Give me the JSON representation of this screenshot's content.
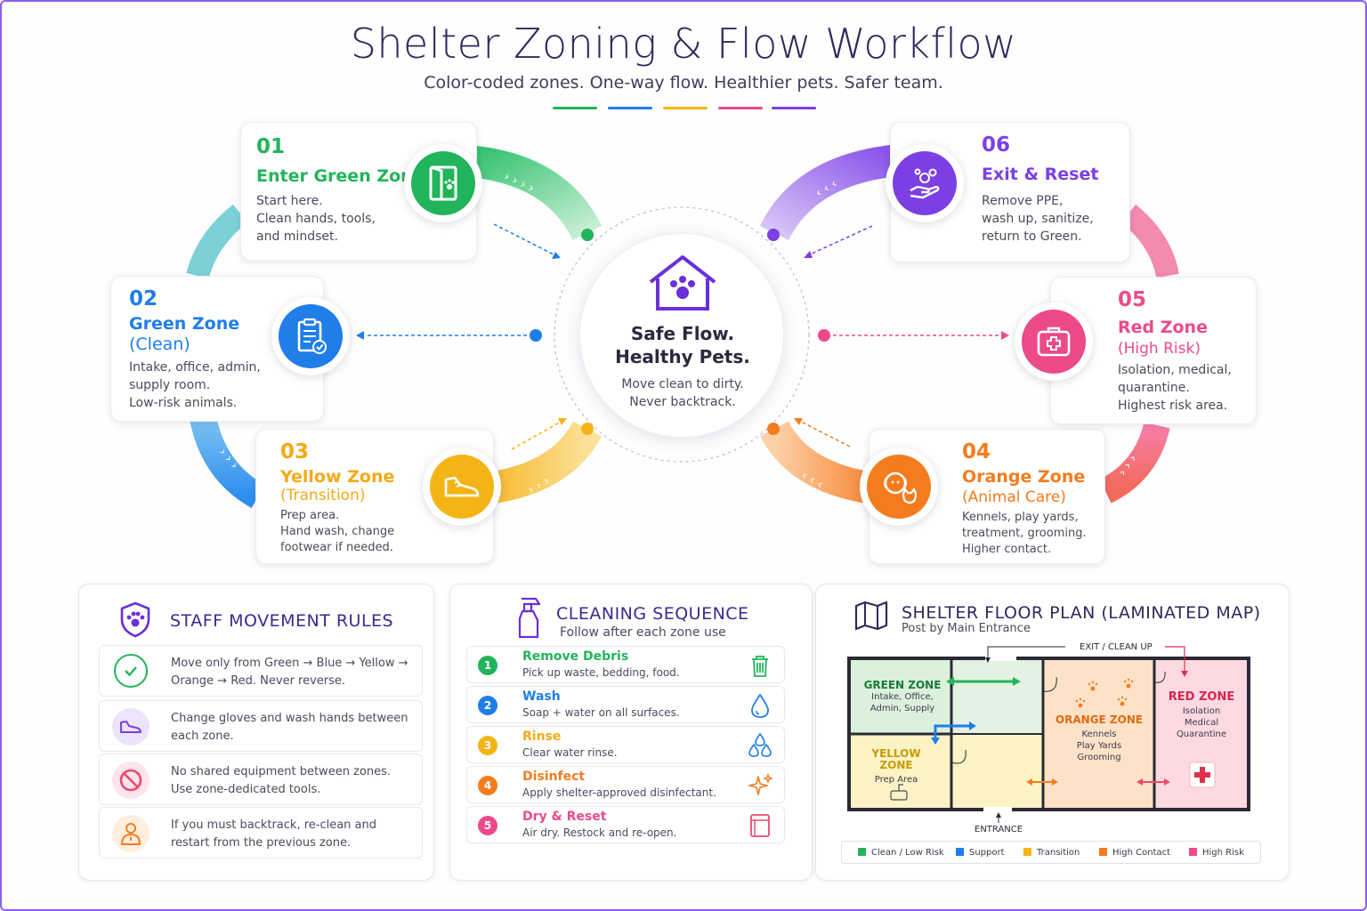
{
  "header": {
    "title": "Shelter Zoning & Flow Workflow",
    "subtitle": "Color-coded zones. One-way flow. Healthier pets. Safer team."
  },
  "colors": {
    "green": "#22b45a",
    "blue": "#1f7ee8",
    "yellow": "#f5b416",
    "orange": "#f47c1e",
    "red": "#ec4a8a",
    "purple": "#7b3fe4"
  },
  "center": {
    "icon": "paw-house-icon",
    "title_line1": "Safe Flow.",
    "title_line2": "Healthy Pets.",
    "desc_line1": "Move clean to dirty.",
    "desc_line2": "Never backtrack."
  },
  "steps": [
    {
      "num": "01",
      "title": "Enter Green Zone",
      "subtitle": "",
      "desc": "Start here.\nClean hands, tools,\nand mindset.",
      "icon": "door-paw-icon"
    },
    {
      "num": "02",
      "title": "Green Zone",
      "subtitle": "(Clean)",
      "desc": "Intake, office, admin,\nsupply room.\nLow-risk animals.",
      "icon": "clipboard-check-icon"
    },
    {
      "num": "03",
      "title": "Yellow Zone",
      "subtitle": "(Transition)",
      "desc": "Prep area.\nHand wash, change\nfootwear if needed.",
      "icon": "shoe-icon"
    },
    {
      "num": "04",
      "title": "Orange Zone",
      "subtitle": "(Animal Care)",
      "desc": "Kennels, play yards,\ntreatment, grooming.\nHigher contact.",
      "icon": "dog-cat-icon"
    },
    {
      "num": "05",
      "title": "Red Zone",
      "subtitle": "(High Risk)",
      "desc": "Isolation, medical,\nquarantine.\nHighest risk area.",
      "icon": "medical-kit-icon"
    },
    {
      "num": "06",
      "title": "Exit & Reset",
      "subtitle": "",
      "desc": "Remove PPE,\nwash up, sanitize,\nreturn to Green.",
      "icon": "hand-wash-icon"
    }
  ],
  "staff_rules": {
    "title": "STAFF MOVEMENT RULES",
    "items": [
      {
        "line1": "Move only from Green → Blue → Yellow →",
        "line2": "Orange → Red. Never reverse.",
        "icon": "check-circle-icon"
      },
      {
        "line1": "Change gloves and wash hands between",
        "line2": "each zone.",
        "icon": "shoe-icon"
      },
      {
        "line1": "No shared equipment between zones.",
        "line2": "Use zone-dedicated tools.",
        "icon": "prohibited-icon"
      },
      {
        "line1": "If you must backtrack, re-clean and",
        "line2": "restart from the previous zone.",
        "icon": "person-alert-icon"
      }
    ]
  },
  "cleaning": {
    "title": "CLEANING SEQUENCE",
    "subtitle": "Follow after each zone use",
    "steps": [
      {
        "num": "1",
        "title": "Remove Debris",
        "desc": "Pick up waste, bedding, food.",
        "icon": "trash-icon"
      },
      {
        "num": "2",
        "title": "Wash",
        "desc": "Soap + water on all surfaces.",
        "icon": "water-drop-icon"
      },
      {
        "num": "3",
        "title": "Rinse",
        "desc": "Clear water rinse.",
        "icon": "water-drops-icon"
      },
      {
        "num": "4",
        "title": "Disinfect",
        "desc": "Apply shelter-approved disinfectant.",
        "icon": "sparkle-icon"
      },
      {
        "num": "5",
        "title": "Dry & Reset",
        "desc": "Air dry. Restock and re-open.",
        "icon": "towel-icon"
      }
    ]
  },
  "floor_plan": {
    "title": "SHELTER FLOOR PLAN (LAMINATED MAP)",
    "subtitle": "Post by Main Entrance",
    "exit_label": "EXIT / CLEAN UP",
    "entrance_label": "ENTRANCE",
    "zones": {
      "green": {
        "title": "GREEN ZONE",
        "lines": [
          "Intake, Office,",
          "Admin, Supply"
        ]
      },
      "yellow": {
        "title": "YELLOW ZONE",
        "lines": [
          "Prep Area"
        ]
      },
      "orange": {
        "title": "ORANGE ZONE",
        "lines": [
          "Kennels",
          "Play Yards",
          "Grooming"
        ]
      },
      "red": {
        "title": "RED ZONE",
        "lines": [
          "Isolation",
          "Medical",
          "Quarantine"
        ]
      }
    },
    "legend": [
      {
        "label": "Clean / Low Risk",
        "color": "#22b45a"
      },
      {
        "label": "Support",
        "color": "#1f7ee8"
      },
      {
        "label": "Transition",
        "color": "#f5b416"
      },
      {
        "label": "High Contact",
        "color": "#f47c1e"
      },
      {
        "label": "High Risk",
        "color": "#ec4a8a"
      }
    ]
  }
}
